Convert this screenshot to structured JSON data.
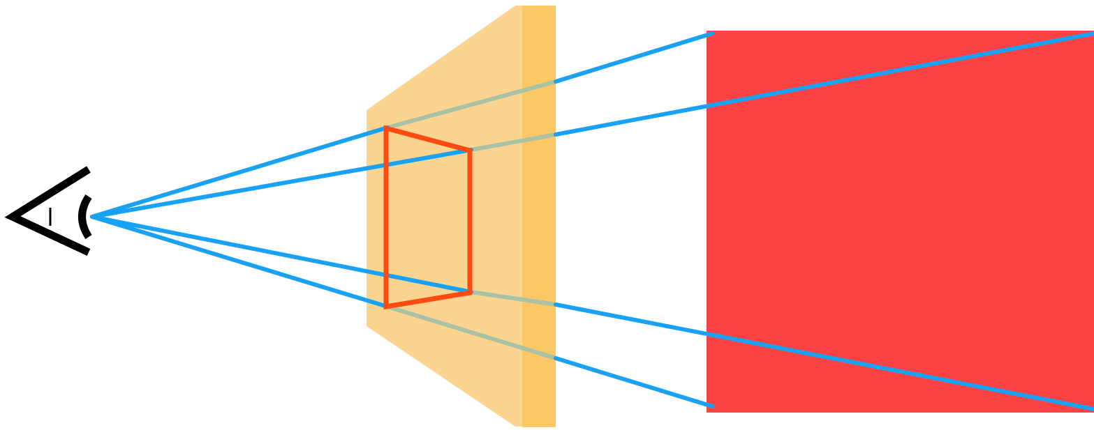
{
  "diagram": {
    "kind": "perspective-projection",
    "colors": {
      "background": "#ffffff",
      "image_plane_face": "#fbd590",
      "image_plane_edge": "#fcc765",
      "projected_shape_outline": "#ff4a12",
      "sight_lines": "#19a2f4",
      "sight_lines_behind_plane": "#a9c1a4",
      "target_object": "#fd4244",
      "eye": "#000000"
    },
    "elements": {
      "eye": {
        "icon": "eye-icon"
      },
      "image_plane": {
        "icon": "image-plane"
      },
      "projected_shape": {
        "icon": "projected-quadrilateral"
      },
      "target_object": {
        "icon": "target-rectangle"
      },
      "sight_lines": {
        "count": 4
      }
    }
  }
}
